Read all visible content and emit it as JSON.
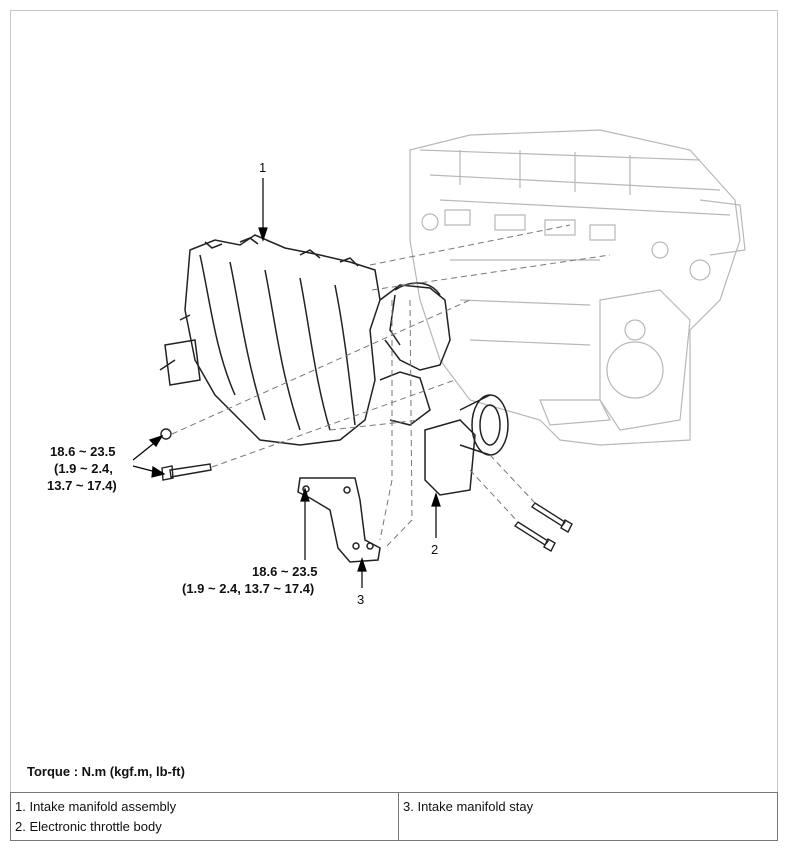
{
  "callouts": {
    "item1": "1",
    "item2": "2",
    "item3": "3"
  },
  "torque_labels": {
    "upper_left": {
      "line1": "18.6 ~ 23.5",
      "line2": "(1.9 ~ 2.4,",
      "line3": "13.7 ~ 17.4)"
    },
    "lower_center": {
      "line1": "18.6 ~ 23.5",
      "line2": "(1.9 ~ 2.4, 13.7 ~ 17.4)"
    }
  },
  "torque_note": "Torque : N.m (kgf.m, lb-ft)",
  "legend": {
    "col1": [
      "1. Intake manifold assembly",
      "2. Electronic throttle body"
    ],
    "col2": [
      "3. Intake manifold stay"
    ]
  }
}
